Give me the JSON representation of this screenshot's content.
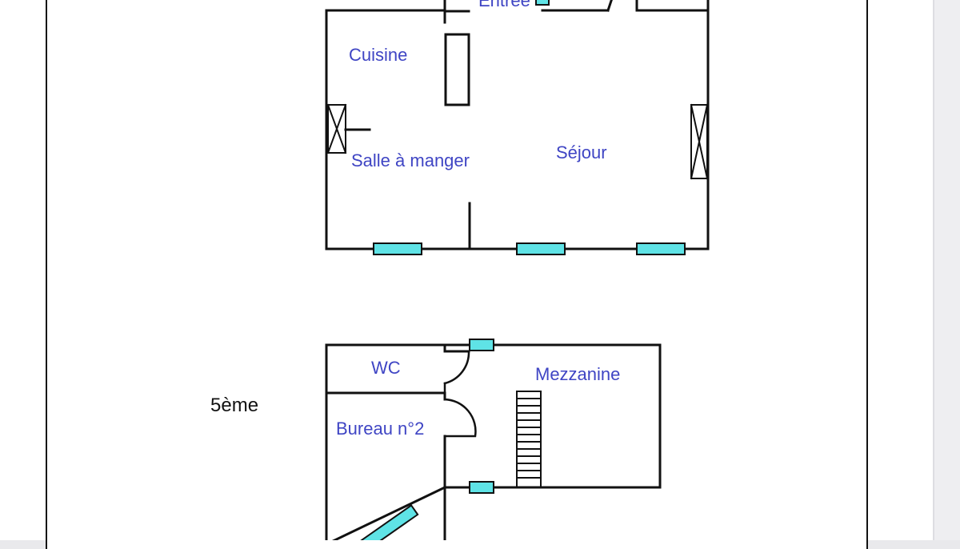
{
  "floors": [
    {
      "level_label": "",
      "rooms": {
        "entree": "Entrée",
        "cuisine": "Cuisine",
        "salle_a_manger": "Salle à manger",
        "sejour": "Séjour"
      }
    },
    {
      "level_label": "5ème",
      "rooms": {
        "wc": "WC",
        "mezzanine": "Mezzanine",
        "bureau": "Bureau  n°2"
      }
    }
  ],
  "colors": {
    "wall": "#111111",
    "window": "#5fe3e6",
    "label": "#3f45c4"
  }
}
